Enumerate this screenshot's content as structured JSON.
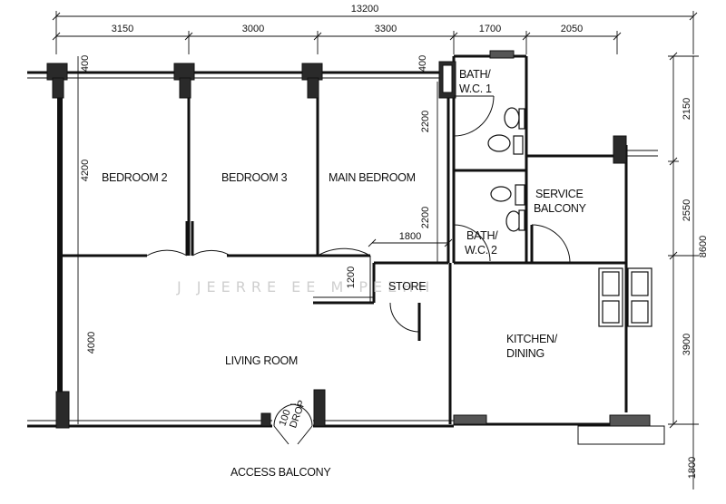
{
  "overall_dimension": "13200",
  "top_dimensions": [
    "3150",
    "3000",
    "3300",
    "1700",
    "2050"
  ],
  "wall_offsets": [
    "400",
    "400"
  ],
  "left_dimensions": [
    "4200",
    "4000"
  ],
  "right_dimensions": [
    "2150",
    "2550",
    "8600",
    "3900",
    "1800"
  ],
  "interior_dimensions": [
    "2200",
    "2200",
    "1800",
    "1200",
    "100",
    "DROP"
  ],
  "rooms": {
    "bedroom2": "BEDROOM 2",
    "bedroom3": "BEDROOM 3",
    "main_bedroom": "MAIN BEDROOM",
    "bath1_line1": "BATH/",
    "bath1_line2": "W.C. 1",
    "bath2_line1": "BATH/",
    "bath2_line2": "W.C. 2",
    "service_line1": "SERVICE",
    "service_line2": "BALCONY",
    "store": "STORE",
    "kitchen_line1": "KITCHEN/",
    "kitchen_line2": "DINING",
    "living": "LIVING ROOM",
    "access": "ACCESS BALCONY"
  },
  "watermark": "J JEERRE EE M PEEHH"
}
